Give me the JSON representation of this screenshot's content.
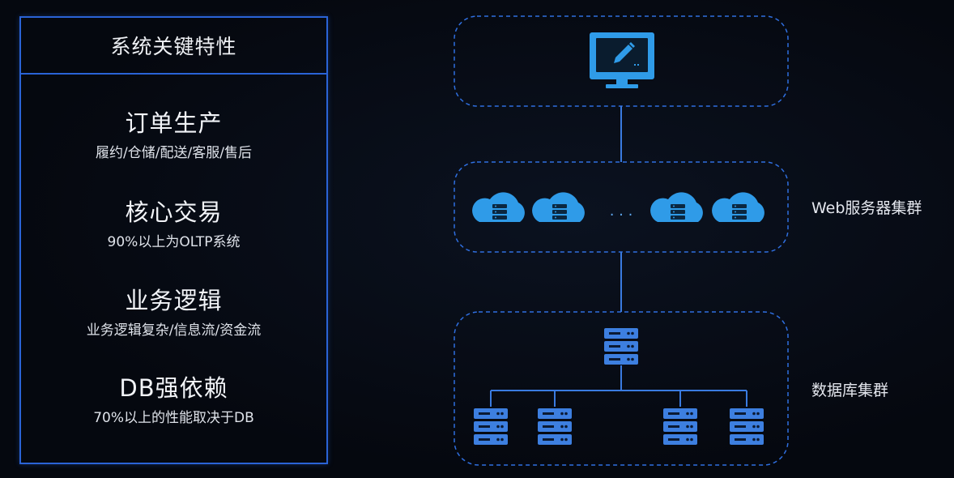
{
  "panel": {
    "title": "系统关键特性",
    "features": [
      {
        "title": "订单生产",
        "desc": "履约/仓储/配送/客服/售后"
      },
      {
        "title": "核心交易",
        "desc": "90%以上为OLTP系统"
      },
      {
        "title": "业务逻辑",
        "desc": "业务逻辑复杂/信息流/资金流"
      },
      {
        "title": "DB强依赖",
        "desc": "70%以上的性能取决于DB"
      }
    ]
  },
  "diagram": {
    "web_cluster_label": "Web服务器集群",
    "db_cluster_label": "数据库集群",
    "ellipsis": "· · ·"
  },
  "colors": {
    "panel_border": "#2a63d6",
    "dashed_border": "#2f6fe0",
    "icon_blue": "#2f9be8",
    "server_blue": "#3d7fe0",
    "connector": "#3a7be0"
  },
  "icons": [
    "monitor-pencil-icon",
    "cloud-server-icon",
    "server-rack-icon"
  ]
}
